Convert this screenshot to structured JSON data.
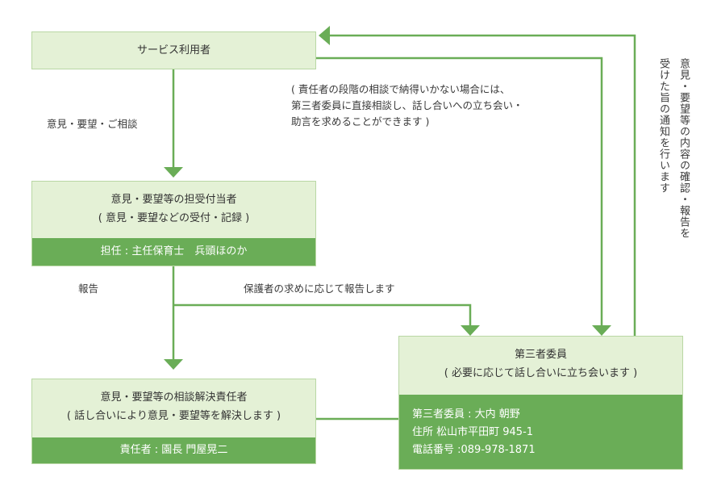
{
  "boxes": {
    "user": {
      "title": "サービス利用者"
    },
    "reception": {
      "title_line1": "意見・要望等の担受付当者",
      "title_line2": "( 意見・要望などの受付・記録 )",
      "footer": "担任 : 主任保育士　兵頭ほのか"
    },
    "resolution": {
      "title_line1": "意見・要望等の相談解決責任者",
      "title_line2": "( 話し合いにより意見・要望等を解決します )",
      "footer": "責任者 : 園長 門屋晃二"
    },
    "third_party": {
      "title_line1": "第三者委員",
      "title_line2": "( 必要に応じて話し合いに立ち会います )",
      "footer_line1": "第三者委員 : 大内 朝野",
      "footer_line2": "住所 松山市平田町 945-1",
      "footer_line3": "電話番号 :089-978-1871"
    }
  },
  "labels": {
    "opinion_request": "意見・要望・ご相談",
    "report": "報告",
    "report_on_request": "保護者の求めに応じて報告します",
    "note_line1": "( 責任者の段階の相談で納得いかない場合には、",
    "note_line2": "第三者委員に直接相談し、話し合いへの立ち会い・",
    "note_line3": "助言を求めることができます )",
    "vertical_col1": "意見・要望等の内容の確認・報告を",
    "vertical_col2": "受けた旨の通知を行います"
  },
  "colors": {
    "box_fill": "#e4f1d6",
    "box_border": "#b9d7a4",
    "footer_fill": "#6aad57",
    "arrow": "#6aad57"
  }
}
